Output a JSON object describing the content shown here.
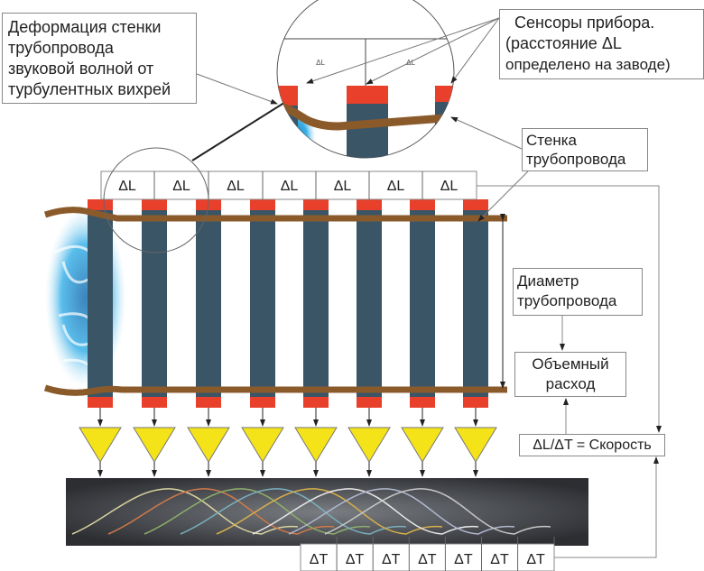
{
  "callouts": {
    "deformation": [
      "Деформация стенки",
      "трубопровода",
      "звуковой волной от",
      "турбулентных вихрей"
    ],
    "sensors": [
      "Сенсоры прибора.",
      "(расстояние ΔL",
      "определено на заводе)"
    ],
    "wall": [
      "Стенка",
      "трубопровода"
    ],
    "diameter": [
      "Диаметр",
      "трубопровода"
    ],
    "volume_flow": [
      "Объемный",
      "расход"
    ],
    "velocity": "ΔL/ΔT = Скорость"
  },
  "delta_l_cells": [
    "ΔL",
    "ΔL",
    "ΔL",
    "ΔL",
    "ΔL",
    "ΔL",
    "ΔL"
  ],
  "magnifier_cells": [
    "ΔL",
    "ΔL"
  ],
  "delta_t_cells": [
    "ΔT",
    "ΔT",
    "ΔT",
    "ΔT",
    "ΔT",
    "ΔT",
    "ΔT"
  ],
  "colors": {
    "sensor": "#e8402a",
    "bar": "#3a5566",
    "pipe": "#8b5a2b",
    "amplifier": "#f5e31a",
    "panel": "#3c3f44"
  }
}
